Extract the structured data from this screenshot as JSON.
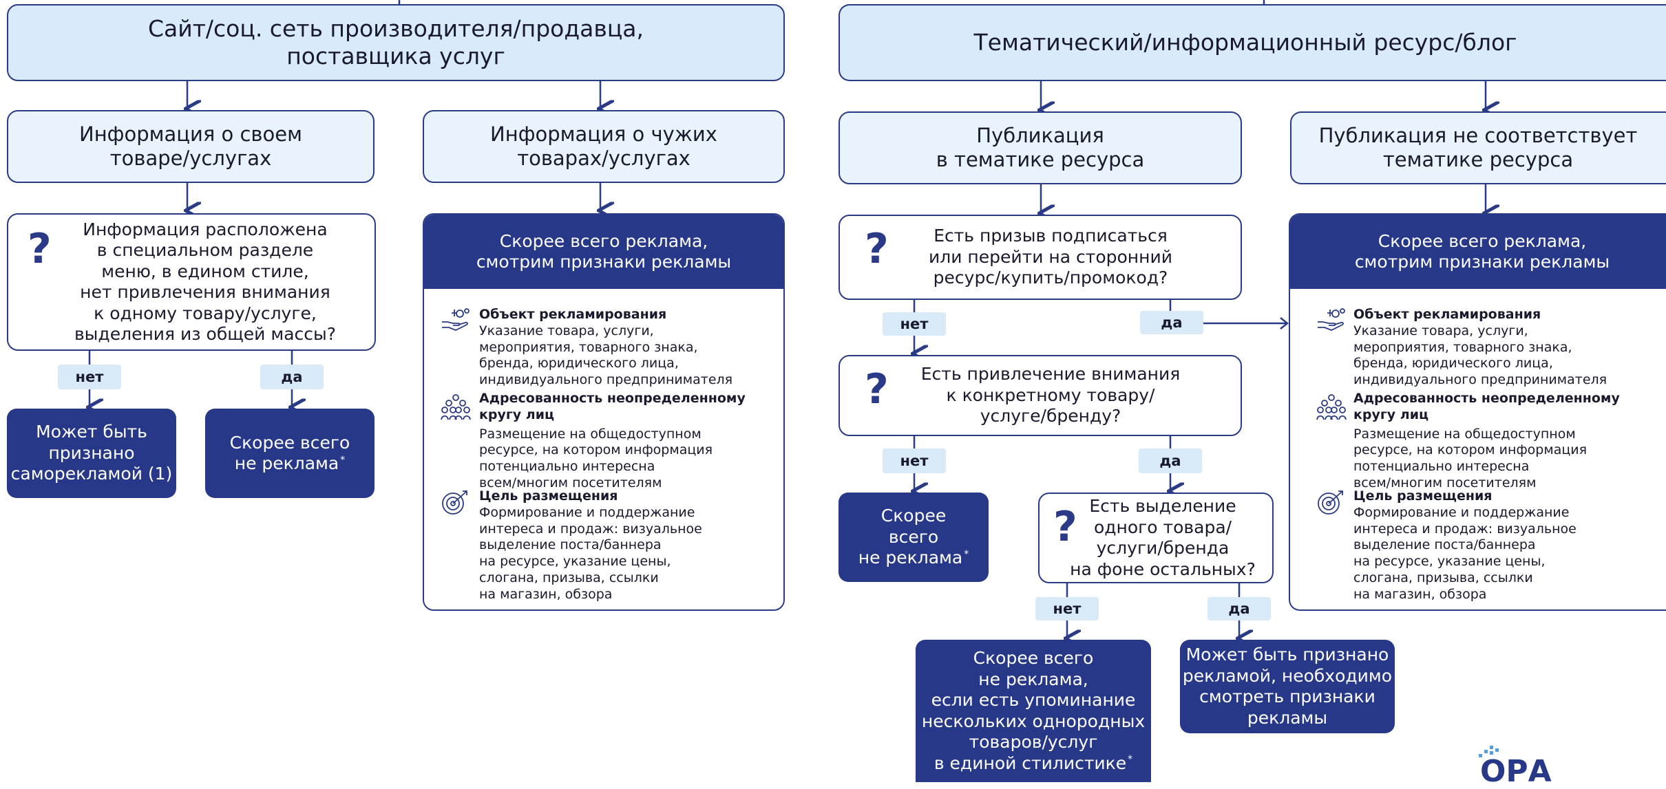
{
  "left": {
    "top_box": "Сайт/соц. сеть производителя/продавца,\nпоставщика услуг",
    "own_info": "Информация о своем\nтоваре/услугах",
    "others_info": "Информация о чужих\nтоварах/услугах",
    "question": "Информация расположена\nв специальном разделе\nменю, в едином стиле,\nнет привлечения внимания\nк одному товару/услуге,\nвыделения из общей массы?",
    "no_label": "нет",
    "yes_label": "да",
    "no_result": "Может быть\nпризнано\nсаморекламой (1)",
    "yes_result": "Скорее всего\nне реклама",
    "footnote_mark": "*"
  },
  "right": {
    "top_box": "Тематический/информационный ресурс/блог",
    "pub_in_theme": "Публикация\nв тематике ресурса",
    "pub_not_theme": "Публикация не соответствует\nтематике ресурса",
    "q1": "Есть призыв подписаться\nили перейти на сторонний\nресурс/купить/промокод?",
    "q2": "Есть привлечение внимания\nк конкретному товару/\nуслуге/бренду?",
    "q3": "Есть выделение\nодного товара/\nуслуги/бренда\nна фоне остальных?",
    "no_label": "нет",
    "yes_label": "да",
    "q2_no_result": "Скорее\nвсего\nне реклама",
    "q3_no_result": "Скорее всего\nне реклама,\nесли есть упоминание\nнескольких однородных\nтоваров/услуг\nв единой стилистике",
    "q3_yes_result": "Может быть признано\nрекламой, необходимо\nсмотреть признаки\nрекламы",
    "footnote_mark": "*"
  },
  "ad_panel": {
    "header": "Скорее всего реклама,\nсмотрим признаки рекламы",
    "s1_title": "Объект рекламирования",
    "s1_text": "Указание товара, услуги,\nмероприятия, товарного знака,\nбренда, юридического лица,\nиндивидуального предпринимателя",
    "s2_title": "Адресованность неопределенному\nкругу лиц",
    "s2_text": "Размещение на общедоступном\nресурсе, на котором информация\nпотенциально интересна\nвсем/многим посетителям",
    "s3_title": "Цель размещения",
    "s3_text": "Формирование и поддержание\nинтереса и продаж: визуальное\nвыделение поста/баннера\nна ресурсе, указание цены,\nслогана, призыва, ссылки\nна магазин, обзора",
    "icons": [
      "hand-coins-icon",
      "people-group-icon",
      "target-icon"
    ]
  },
  "logo_text": "ОРА",
  "colors": {
    "dark": "#283888",
    "light": "#d9ebfa",
    "pill": "#d8e9f8",
    "stroke": "#2b3a86"
  }
}
